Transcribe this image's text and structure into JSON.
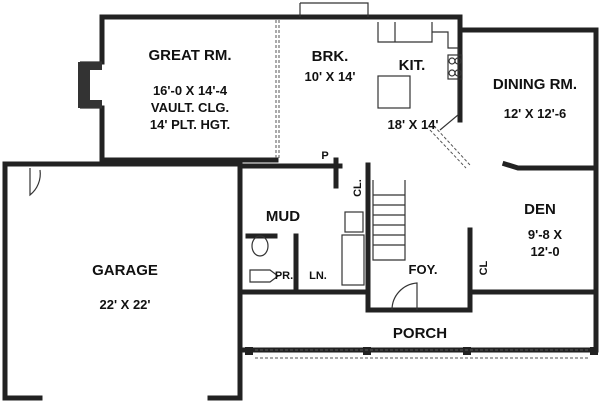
{
  "plan": {
    "type": "floor-plan",
    "rooms": [
      {
        "id": "great",
        "name": "GREAT RM.",
        "lines": [
          "16'-0 X 14'-4",
          "VAULT. CLG.",
          "14' PLT. HGT."
        ]
      },
      {
        "id": "brk",
        "name": "BRK.",
        "lines": [
          "10' X 14'"
        ]
      },
      {
        "id": "kit",
        "name": "KIT.",
        "lines": [
          "18' X 14'"
        ]
      },
      {
        "id": "dining",
        "name": "DINING RM.",
        "lines": [
          "12' X 12'-6"
        ]
      },
      {
        "id": "den",
        "name": "DEN",
        "lines": [
          "9'-8 X",
          "12'-0"
        ]
      },
      {
        "id": "mud",
        "name": "MUD",
        "lines": []
      },
      {
        "id": "garage",
        "name": "GARAGE",
        "lines": [
          "22' X 22'"
        ]
      },
      {
        "id": "foy",
        "name": "FOY.",
        "lines": []
      },
      {
        "id": "porch",
        "name": "PORCH",
        "lines": []
      },
      {
        "id": "pr",
        "name": "PR.",
        "lines": []
      },
      {
        "id": "ln",
        "name": "LN.",
        "lines": []
      },
      {
        "id": "cl_mud",
        "name": "CL.",
        "lines": []
      },
      {
        "id": "cl_den",
        "name": "CL",
        "lines": []
      },
      {
        "id": "pantry",
        "name": "P",
        "lines": []
      }
    ],
    "colors": {
      "wall": "#222222",
      "background": "#ffffff",
      "text": "#111111"
    }
  }
}
